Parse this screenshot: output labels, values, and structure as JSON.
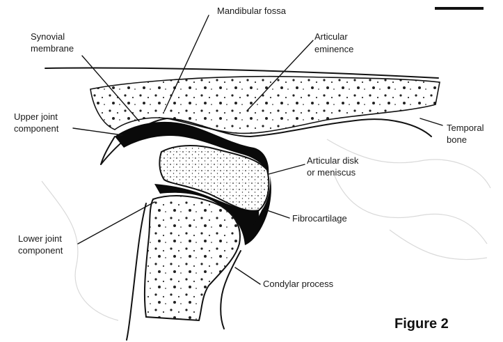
{
  "labels": {
    "mandibular_fossa": "Mandibular fossa",
    "synovial_line1": "Synovial",
    "synovial_line2": "membrane",
    "articular_eminence_line1": "Articular",
    "articular_eminence_line2": "eminence",
    "upper_joint_line1": "Upper joint",
    "upper_joint_line2": "component",
    "temporal_bone_line1": "Temporal",
    "temporal_bone_line2": "bone",
    "articular_disk_line1": "Articular disk",
    "articular_disk_line2": "or meniscus",
    "fibrocartilage": "Fibrocartilage",
    "lower_joint_line1": "Lower joint",
    "lower_joint_line2": "component",
    "condylar_process": "Condylar process"
  },
  "caption": "Figure 2"
}
